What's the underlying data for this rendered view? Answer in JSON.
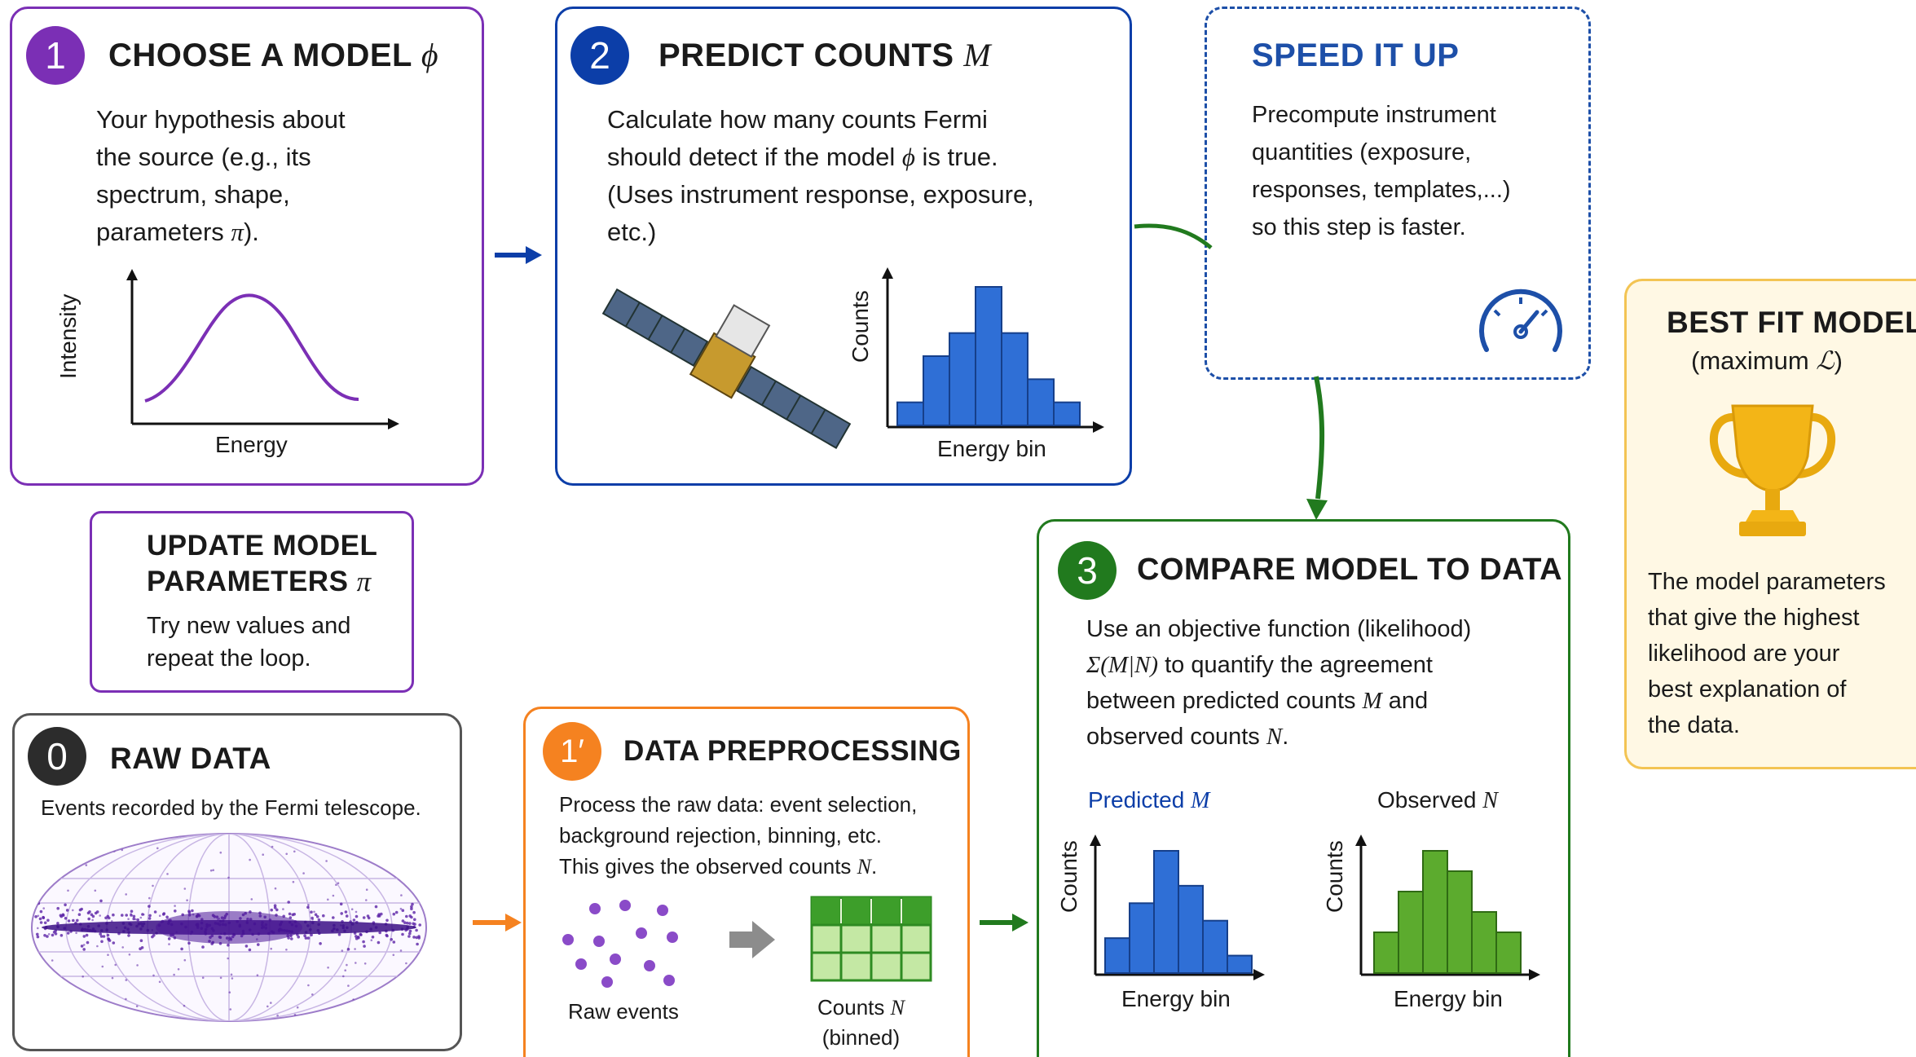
{
  "steps": {
    "choose": {
      "badge": "1",
      "title": "CHOOSE A MODEL",
      "title_symbol": "ϕ",
      "desc_line1": "Your hypothesis about",
      "desc_line2": "the source (e.g., its",
      "desc_line3": "spectrum, shape,",
      "desc_line4_a": "parameters ",
      "desc_line4_sym": "π",
      "desc_line4_b": ").",
      "y_label": "Intensity",
      "x_label": "Energy"
    },
    "predict": {
      "badge": "2",
      "title": "PREDICT COUNTS",
      "title_symbol": "M",
      "desc_line1": "Calculate how many counts Fermi",
      "desc_line2_a": "should detect if the model ",
      "desc_line2_sym": "ϕ",
      "desc_line2_b": " is true.",
      "desc_line3": "(Uses instrument response, exposure,",
      "desc_line4": "etc.)",
      "y_label": "Counts",
      "x_label": "Energy bin",
      "icon": "satellite-icon"
    },
    "speed": {
      "title": "SPEED IT UP",
      "desc_line1": "Precompute instrument",
      "desc_line2": "quantities (exposure,",
      "desc_line3": "responses, templates,...)",
      "desc_line4": "so this step is faster.",
      "icon": "speedometer-icon"
    },
    "best_fit": {
      "title": "BEST FIT MODEL",
      "subtitle_a": "(maximum ",
      "subtitle_sym": "ℒ",
      "subtitle_b": ")",
      "desc_line1": "The model parameters",
      "desc_line2": "that give the highest",
      "desc_line3": "likelihood are your",
      "desc_line4": "best explanation of",
      "desc_line5": "the data.",
      "icon": "trophy-icon"
    },
    "update": {
      "title_line1": "UPDATE MODEL",
      "title_line2": "PARAMETERS",
      "title_symbol": "π",
      "desc_line1": "Try new values and",
      "desc_line2": "repeat the loop."
    },
    "compare": {
      "badge": "3",
      "title": "COMPARE MODEL TO DATA",
      "desc_line1": "Use an objective function (likelihood)",
      "desc_line2_sym": "Σ(M|N)",
      "desc_line2_b": " to quantify the agreement",
      "desc_line3_a": "between predicted counts ",
      "desc_line3_sym": "M",
      "desc_line3_b": " and",
      "desc_line4_a": "observed counts ",
      "desc_line4_sym": "N",
      "desc_line4_b": ".",
      "predicted_label": "Predicted",
      "predicted_sym": "M",
      "observed_label": "Observed",
      "observed_sym": "N",
      "y_label_1": "Counts",
      "x_label_1": "Energy bin",
      "y_label_2": "Counts",
      "x_label_2": "Energy bin"
    },
    "raw": {
      "badge": "0",
      "title": "RAW DATA",
      "desc": "Events recorded by the Fermi telescope."
    },
    "preprocess": {
      "badge": "1′",
      "title": "DATA PREPROCESSING",
      "desc_line1": "Process the raw data: event selection,",
      "desc_line2": "background rejection, binning, etc.",
      "desc_line3_a": "This gives the observed counts ",
      "desc_line3_sym": "N",
      "desc_line3_b": ".",
      "raw_events_label": "Raw events",
      "counts_label": "Counts",
      "counts_sym": "N",
      "binned_label": "(binned)"
    }
  },
  "colors": {
    "purple": "#7b2fb5",
    "blue": "#0c3ea8",
    "dashed_blue": "#1d4fa8",
    "green": "#217a1e",
    "orange": "#f58220",
    "gray": "#555555",
    "gold": "#f3b517",
    "bar_blue": "#2f6fd6",
    "bar_green": "#5cab2e"
  },
  "chart_data": [
    {
      "type": "line",
      "xlabel": "Energy",
      "ylabel": "Intensity",
      "note": "qualitative bell-shaped spectrum, no ticks"
    },
    {
      "type": "bar",
      "xlabel": "Energy bin",
      "ylabel": "Counts",
      "series": [
        {
          "values": [
            1,
            3,
            4,
            6,
            4,
            2,
            1
          ]
        }
      ]
    },
    {
      "type": "bar",
      "title": "Predicted M",
      "xlabel": "Energy bin",
      "ylabel": "Counts",
      "series": [
        {
          "values": [
            2,
            4,
            7,
            5,
            3,
            1
          ]
        }
      ]
    },
    {
      "type": "bar",
      "title": "Observed N",
      "xlabel": "Energy bin",
      "ylabel": "Counts",
      "series": [
        {
          "values": [
            2,
            4,
            6,
            5,
            3,
            2
          ]
        }
      ]
    }
  ]
}
